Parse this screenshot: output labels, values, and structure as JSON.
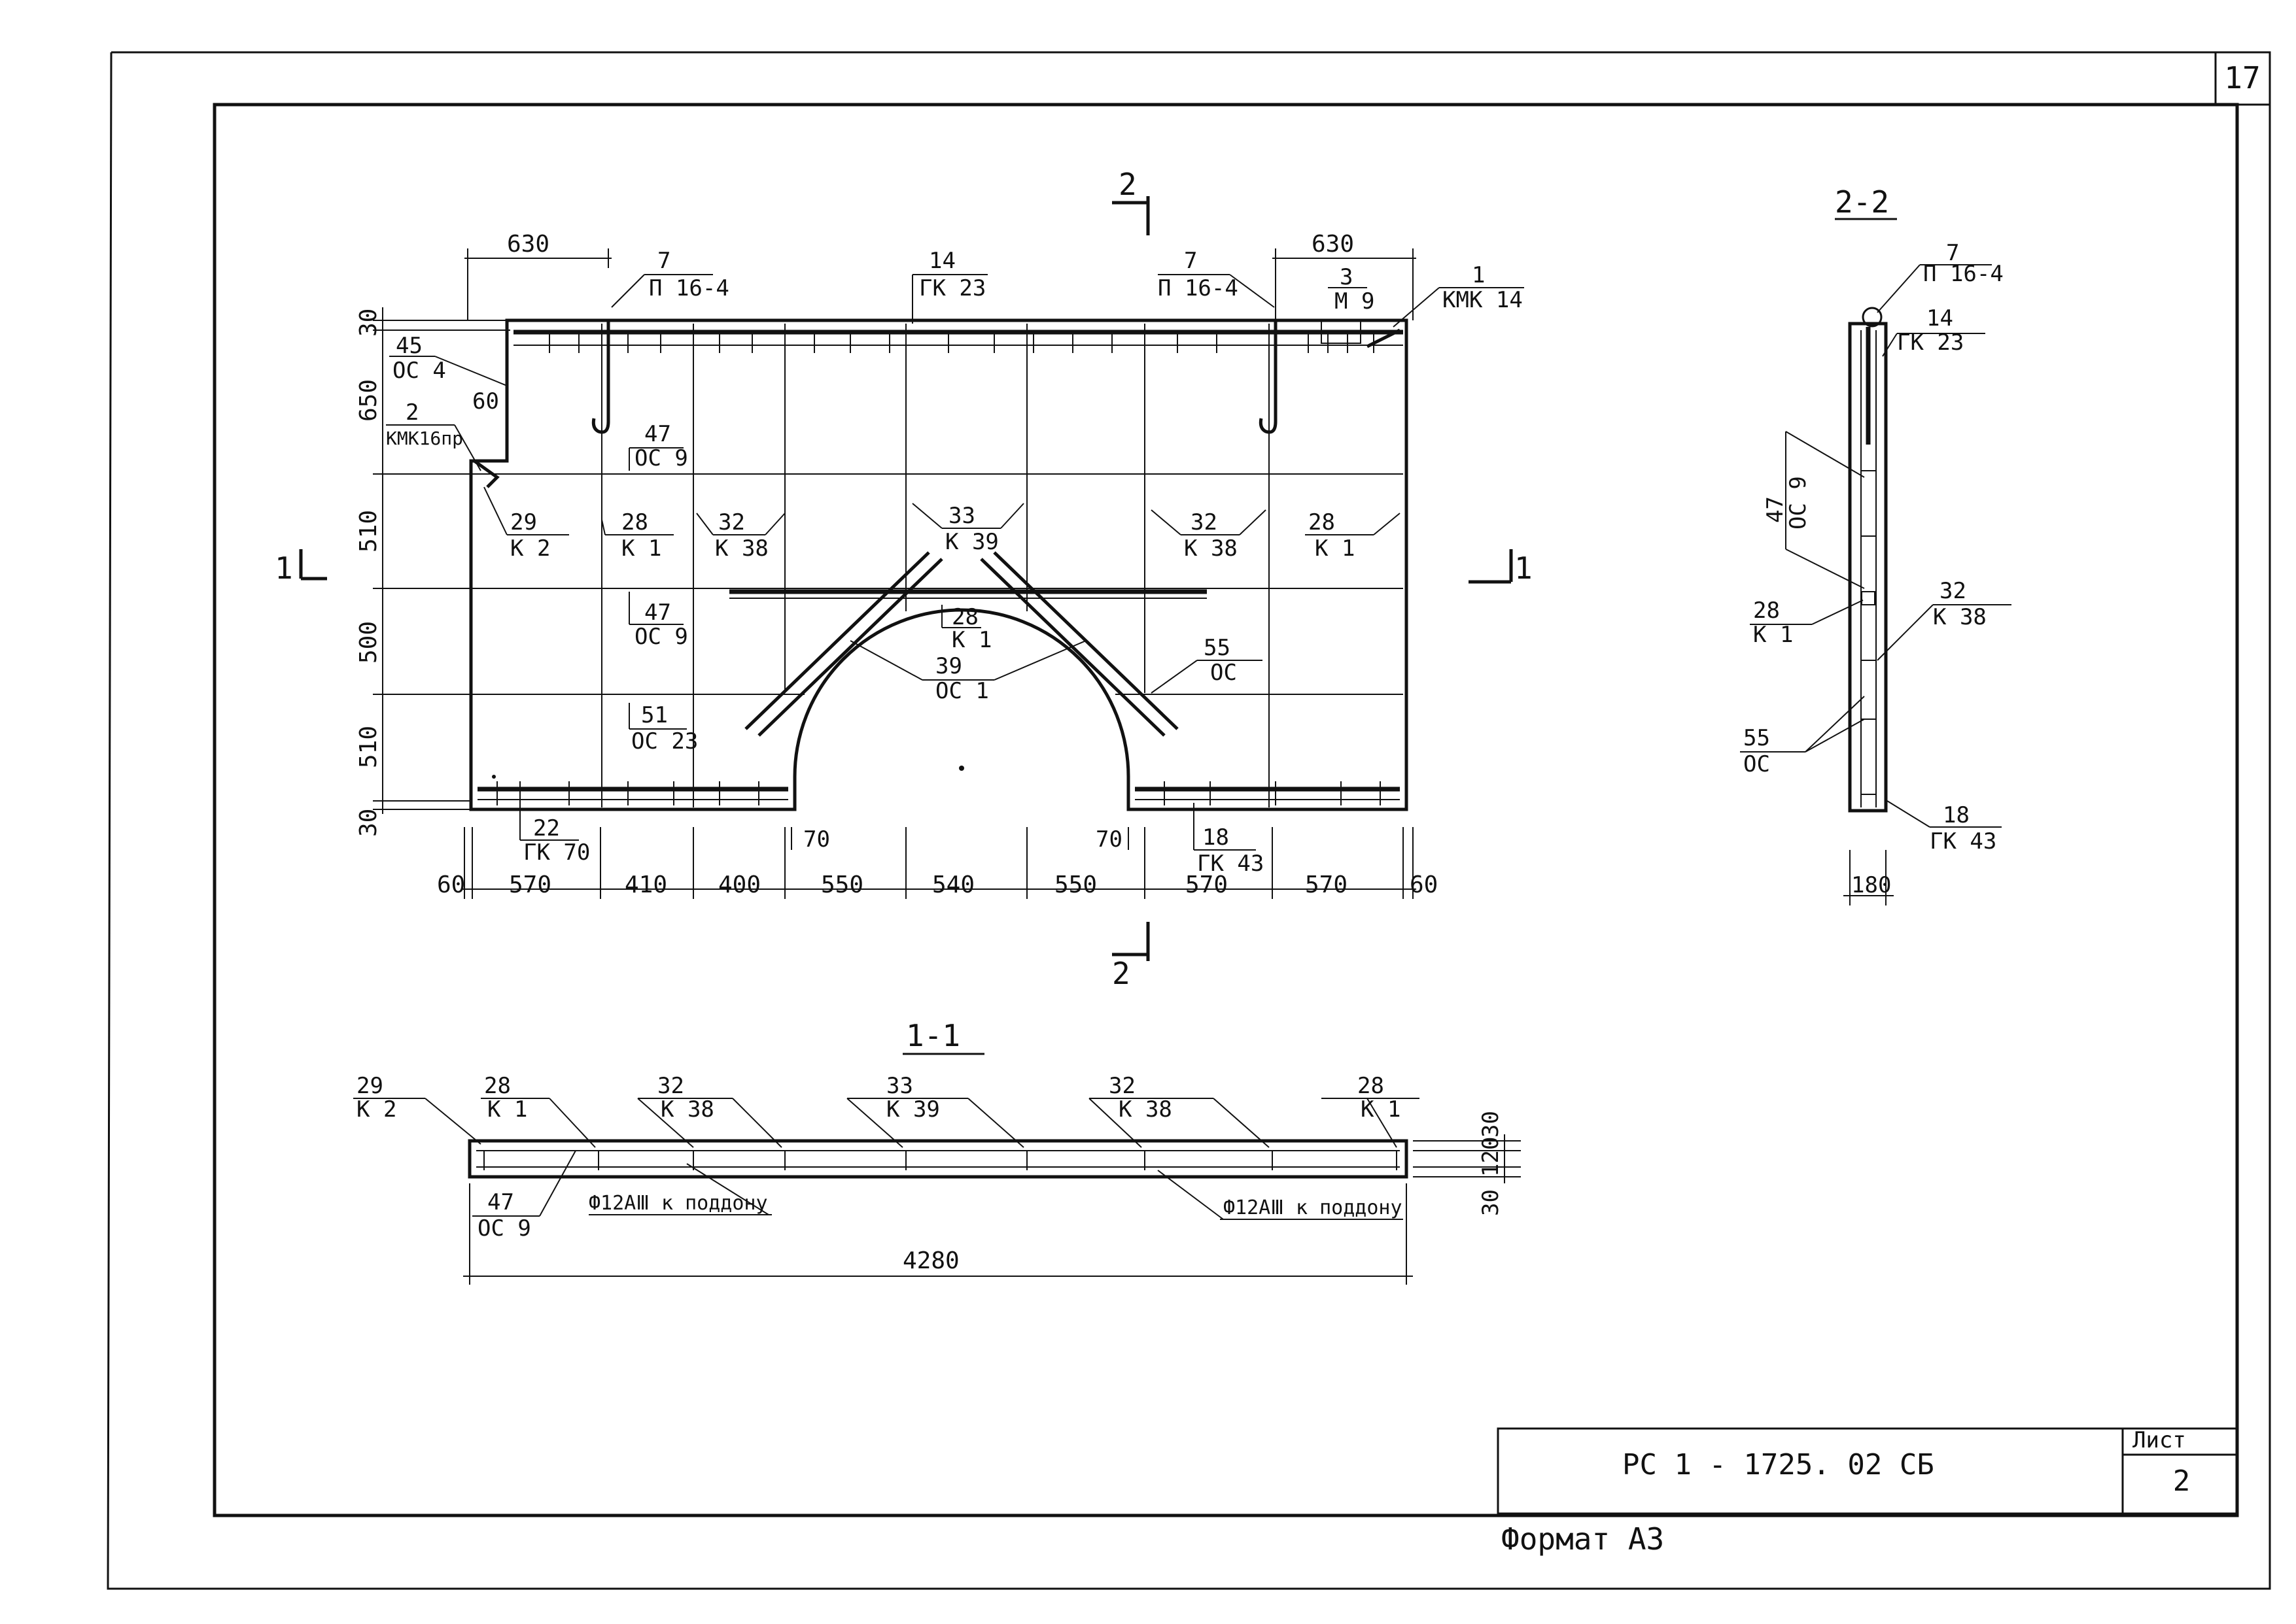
{
  "sheet": {
    "page_number": "17",
    "format": "Формат А3",
    "code": "РС 1 - 1725. 02 СБ",
    "list_label": "Лист",
    "list_number": "2"
  },
  "front_view": {
    "section_marks": {
      "top": "2",
      "bottom": "2",
      "left": "1",
      "right": "1"
    },
    "dims_top": [
      "630",
      "630"
    ],
    "dims_left": [
      "30",
      "650",
      "510",
      "500",
      "510",
      "30"
    ],
    "dim_60_inner": "60",
    "dims_bottom": [
      "60",
      "570",
      "410",
      "400",
      "550",
      "540",
      "550",
      "570",
      "570",
      "60"
    ],
    "dims_bottom_small": [
      "70",
      "70"
    ],
    "labels": [
      {
        "num": "7",
        "code": "П 16-4"
      },
      {
        "num": "14",
        "code": "ГК 23"
      },
      {
        "num": "7",
        "code": "П 16-4"
      },
      {
        "num": "3",
        "code": "М 9"
      },
      {
        "num": "1",
        "code": "КМК 14"
      },
      {
        "num": "45",
        "code": "ОС 4"
      },
      {
        "num": "2",
        "code": "КМК16пр"
      },
      {
        "num": "47",
        "code": "ОС 9"
      },
      {
        "num": "29",
        "code": "К 2"
      },
      {
        "num": "28",
        "code": "К 1"
      },
      {
        "num": "32",
        "code": "К 38"
      },
      {
        "num": "33",
        "code": "К 39"
      },
      {
        "num": "32",
        "code": "К 38"
      },
      {
        "num": "28",
        "code": "К 1"
      },
      {
        "num": "28",
        "code": "К 1"
      },
      {
        "num": "47",
        "code": "ОС 9"
      },
      {
        "num": "55",
        "code": "ОС"
      },
      {
        "num": "39",
        "code": "ОС 1"
      },
      {
        "num": "51",
        "code": "ОС 23"
      },
      {
        "num": "22",
        "code": "ГК 70"
      },
      {
        "num": "18",
        "code": "ГК 43"
      }
    ]
  },
  "section_22": {
    "title": "2-2",
    "labels": [
      {
        "num": "7",
        "code": "П 16-4"
      },
      {
        "num": "14",
        "code": "ГК 23"
      },
      {
        "num": "47",
        "code": "ОС 9"
      },
      {
        "num": "28",
        "code": "К 1"
      },
      {
        "num": "32",
        "code": "К 38"
      },
      {
        "num": "55",
        "code": "ОС"
      },
      {
        "num": "18",
        "code": "ГК 43"
      }
    ],
    "dim_width": "180"
  },
  "section_11": {
    "title": "1-1",
    "labels": [
      {
        "num": "29",
        "code": "К 2"
      },
      {
        "num": "28",
        "code": "К 1"
      },
      {
        "num": "32",
        "code": "К 38"
      },
      {
        "num": "33",
        "code": "К 39"
      },
      {
        "num": "32",
        "code": "К 38"
      },
      {
        "num": "28",
        "code": "К 1"
      },
      {
        "num": "47",
        "code": "ОС 9"
      }
    ],
    "notes": [
      "Ф12АⅢ к поддону",
      "Ф12АⅢ к поддону"
    ],
    "dims_right": [
      "30",
      "120",
      "30"
    ],
    "dim_total": "4280"
  }
}
